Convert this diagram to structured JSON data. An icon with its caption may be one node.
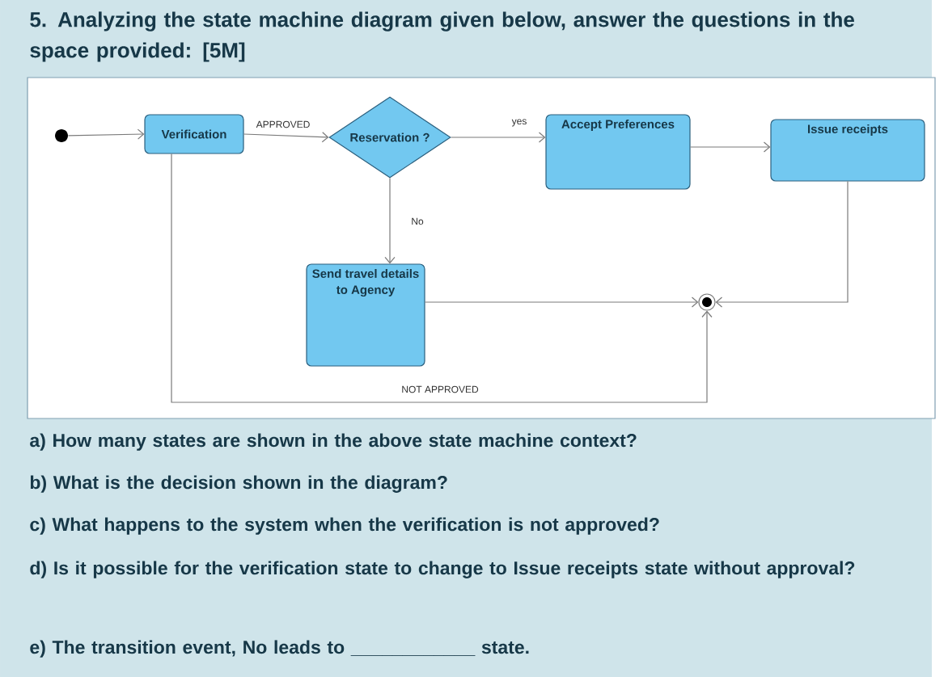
{
  "diagram": {
    "title": "5. Analyzing the state machine diagram given below, answer the questions in the space provided:   [5M]",
    "nodes": [
      {
        "text": [],
        "shape": "circle"
      },
      {
        "text": [
          "Verification"
        ]
      },
      {
        "text": [
          "Reservation ?"
        ]
      },
      {
        "text": [
          "Accept Preferences"
        ]
      },
      {
        "text": [
          "Issue receipts"
        ]
      },
      {
        "text": [
          "Send travel details to Agency"
        ]
      },
      {
        "text": [],
        "shape": "circle"
      }
    ],
    "edges": [
      {
        "from": 0,
        "to": 1,
        "arrow": "to"
      },
      {
        "from": 1,
        "to": 2,
        "arrow": "to",
        "label": "APPROVED"
      },
      {
        "from": 2,
        "to": 3,
        "arrow": "to",
        "label": "yes"
      },
      {
        "from": 2,
        "to": 5,
        "arrow": "to",
        "label": "No"
      },
      {
        "from": 3,
        "to": 4,
        "arrow": "to"
      },
      {
        "from": 4,
        "to": 6,
        "arrow": "to"
      },
      {
        "from": 5,
        "to": 6,
        "arrow": "to"
      },
      {
        "from": 1,
        "to": 6,
        "arrow": "to",
        "label": "NOT APPROVED"
      }
    ],
    "labels": [
      "a) How many states are shown in the above state machine context?",
      "b) What is the decision shown in the diagram?",
      "c) What happens to the system when the verification is not approved?",
      "d) Is it possible for the verification state to change to Issue receipts state without approval?",
      "e) The transition event, No leads to ____________ state."
    ]
  }
}
